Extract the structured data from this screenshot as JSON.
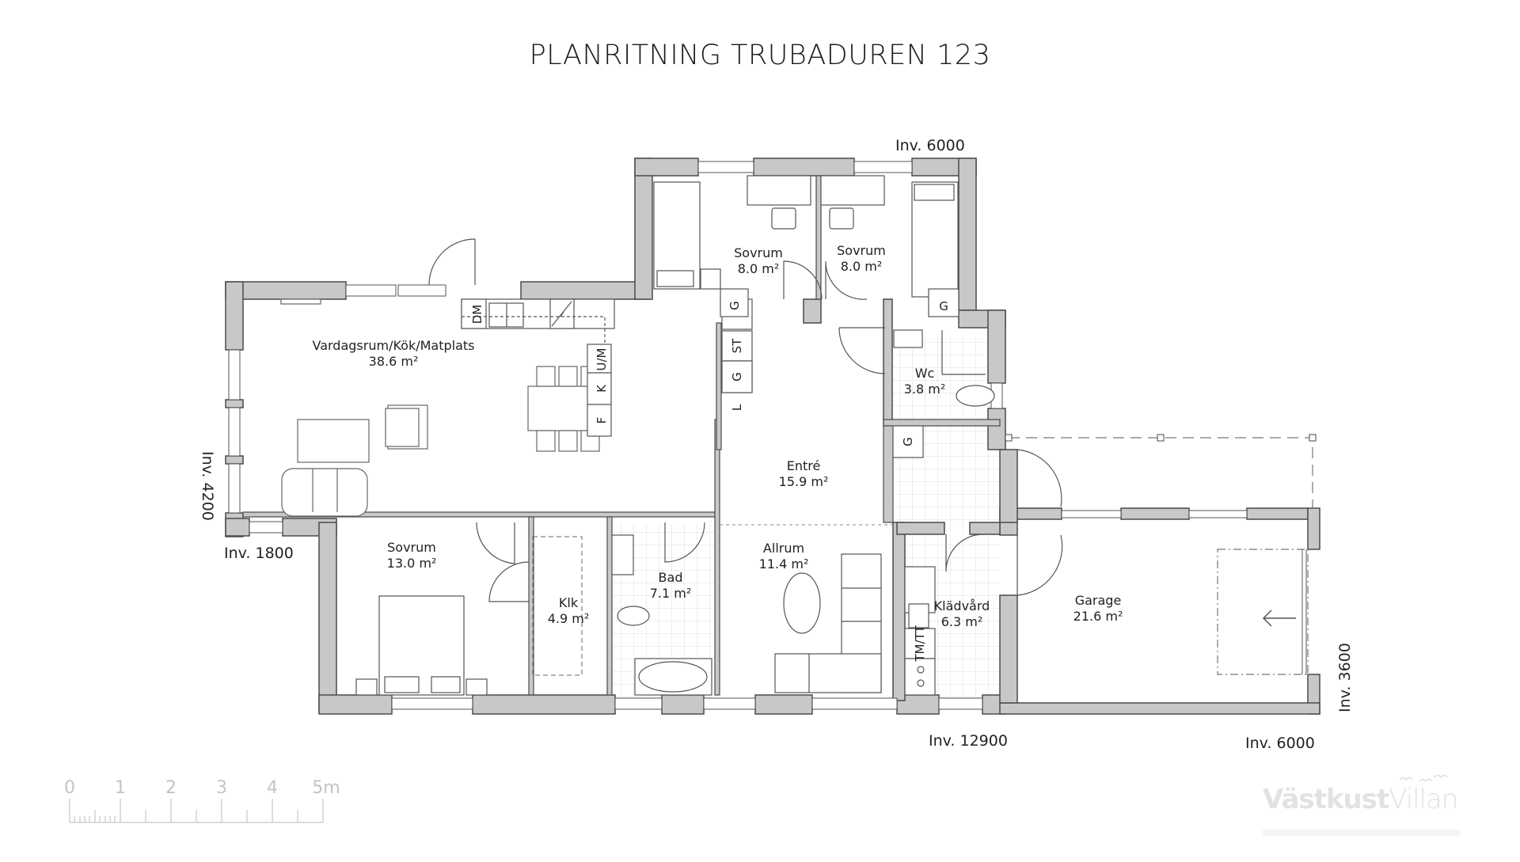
{
  "title": "PLANRITNING TRUBADUREN 123",
  "rooms": [
    {
      "id": "vardagsrum",
      "name": "Vardagsrum/Kök/Matplats",
      "area": "38.6 m²"
    },
    {
      "id": "sovrum1",
      "name": "Sovrum",
      "area": "8.0 m²"
    },
    {
      "id": "sovrum2",
      "name": "Sovrum",
      "area": "8.0 m²"
    },
    {
      "id": "wc",
      "name": "Wc",
      "area": "3.8 m²"
    },
    {
      "id": "entre",
      "name": "Entré",
      "area": "15.9 m²"
    },
    {
      "id": "sovrum3",
      "name": "Sovrum",
      "area": "13.0 m²"
    },
    {
      "id": "klk",
      "name": "Klk",
      "area": "4.9 m²"
    },
    {
      "id": "bad",
      "name": "Bad",
      "area": "7.1 m²"
    },
    {
      "id": "allrum",
      "name": "Allrum",
      "area": "11.4 m²"
    },
    {
      "id": "kladvard",
      "name": "Klädvård",
      "area": "6.3 m²"
    },
    {
      "id": "garage",
      "name": "Garage",
      "area": "21.6 m²"
    }
  ],
  "dimensions": {
    "top": "Inv. 6000",
    "left_vertical": "Inv. 4200",
    "left_bottom": "Inv. 1800",
    "bottom_middle": "Inv. 12900",
    "bottom_right": "Inv. 6000",
    "right_vertical": "Inv. 3600"
  },
  "fixture_tags": {
    "dm": "DM",
    "um": "U/M",
    "k": "K",
    "f": "F",
    "st": "ST",
    "g": "G",
    "l": "L",
    "tm_tt": "TM/TT"
  },
  "scale_bar": {
    "labels": [
      "0",
      "1",
      "2",
      "3",
      "4",
      "5m"
    ]
  },
  "logo": {
    "bold": "Västkust",
    "light": "Villan"
  },
  "colors": {
    "wall": "#c8c8c8",
    "wall_stroke": "#4a4a4a",
    "line": "#555555",
    "scale": "#c4c4c4"
  }
}
